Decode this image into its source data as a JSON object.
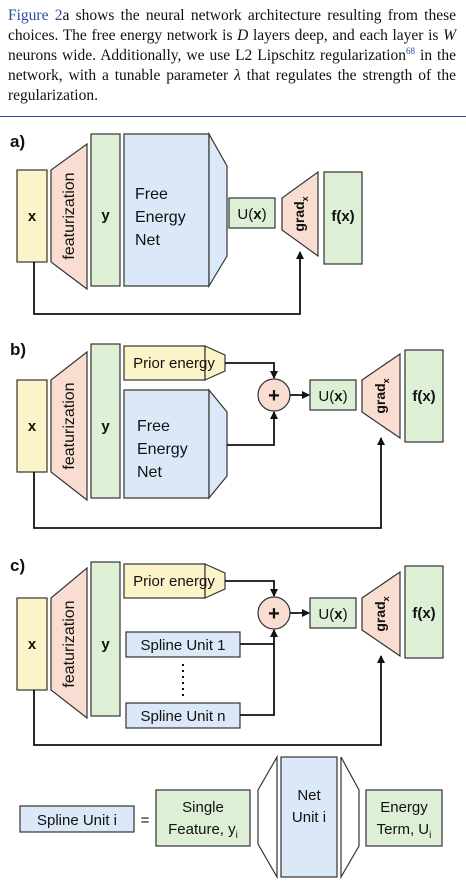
{
  "paragraph": {
    "fig_ref": "Figure 2",
    "text_1": "a shows the neural network architecture resulting from these choices. The free energy network is ",
    "var_D": "D",
    "text_2": " layers deep, and each layer is ",
    "var_W": "W",
    "text_3": " neurons wide. Additionally, we use L2 Lipschitz regularization",
    "citation": "68",
    "text_4": " in the network, with a tunable parameter ",
    "var_lambda": "λ",
    "text_5": " that regulates the strength of the regularization."
  },
  "panels": {
    "a": {
      "label": "a)",
      "x": "x",
      "featurization": "featurization",
      "y": "y",
      "free_energy_net": [
        "Free",
        "Energy",
        "Net"
      ],
      "u": "U(",
      "u_x": "x",
      "u_close": ")",
      "grad": "grad",
      "grad_sub": "x",
      "f": "f(",
      "f_x": "x",
      "f_close": ")"
    },
    "b": {
      "label": "b)",
      "x": "x",
      "featurization": "featurization",
      "y": "y",
      "prior_energy": "Prior energy",
      "free_energy_net": [
        "Free",
        "Energy",
        "Net"
      ],
      "plus": "+",
      "u": "U(",
      "u_x": "x",
      "u_close": ")",
      "grad": "grad",
      "grad_sub": "x",
      "f": "f(",
      "f_x": "x",
      "f_close": ")"
    },
    "c": {
      "label": "c)",
      "x": "x",
      "featurization": "featurization",
      "y": "y",
      "prior_energy": "Prior energy",
      "spline_1": "Spline Unit 1",
      "spline_n": "Spline Unit n",
      "plus": "+",
      "u": "U(",
      "u_x": "x",
      "u_close": ")",
      "grad": "grad",
      "grad_sub": "x",
      "f": "f(",
      "f_x": "x",
      "f_close": ")"
    }
  },
  "legend": {
    "spline_unit_i": "Spline Unit i",
    "equals": "=",
    "single_feature": "Single",
    "feature_yi": "Feature, y",
    "feature_sub": "i",
    "net": "Net",
    "unit_i": "Unit i",
    "energy": "Energy",
    "term": "Term, U",
    "term_sub": "i"
  },
  "colors": {
    "yellow": "#fdf3c8",
    "orange": "#f8ddd0",
    "green": "#ddf0d6",
    "blue": "#dbe8f8",
    "outline": "#333333",
    "link": "#2a4da0"
  }
}
